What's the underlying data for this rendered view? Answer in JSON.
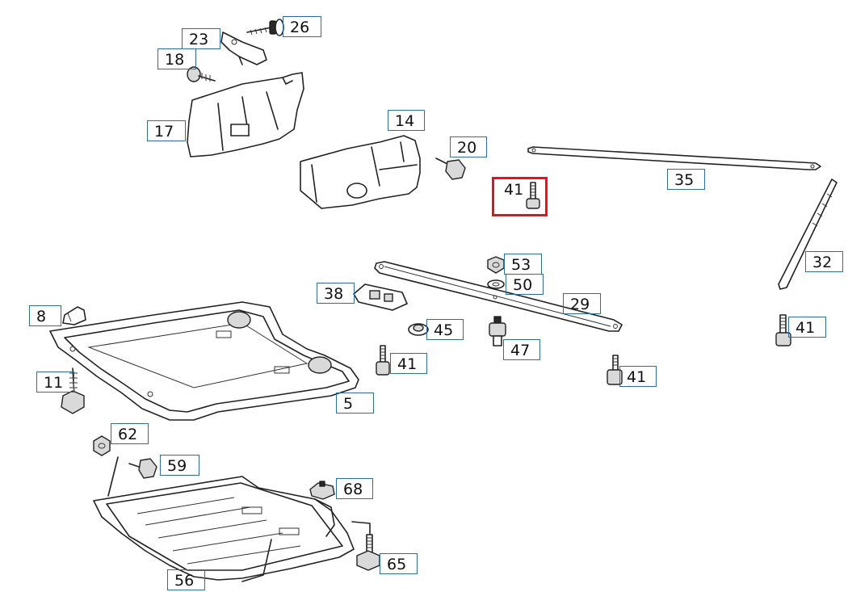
{
  "diagram": {
    "highlighted_part": "41",
    "accent_color": "#e0141e",
    "callout_border_color": "#2d6f99",
    "callouts": [
      {
        "id": "c23",
        "label": "23"
      },
      {
        "id": "c26",
        "label": "26"
      },
      {
        "id": "c18",
        "label": "18"
      },
      {
        "id": "c17",
        "label": "17"
      },
      {
        "id": "c14",
        "label": "14"
      },
      {
        "id": "c20",
        "label": "20"
      },
      {
        "id": "c41a",
        "label": "41"
      },
      {
        "id": "c35",
        "label": "35"
      },
      {
        "id": "c32",
        "label": "32"
      },
      {
        "id": "c53",
        "label": "53"
      },
      {
        "id": "c50",
        "label": "50"
      },
      {
        "id": "c38",
        "label": "38"
      },
      {
        "id": "c29",
        "label": "29"
      },
      {
        "id": "c8",
        "label": "8"
      },
      {
        "id": "c45",
        "label": "45"
      },
      {
        "id": "c47",
        "label": "47"
      },
      {
        "id": "c41b",
        "label": "41"
      },
      {
        "id": "c41c",
        "label": "41"
      },
      {
        "id": "c41d",
        "label": "41"
      },
      {
        "id": "c11",
        "label": "11"
      },
      {
        "id": "c5",
        "label": "5"
      },
      {
        "id": "c62",
        "label": "62"
      },
      {
        "id": "c59",
        "label": "59"
      },
      {
        "id": "c68",
        "label": "68"
      },
      {
        "id": "c65",
        "label": "65"
      },
      {
        "id": "c56",
        "label": "56"
      }
    ]
  }
}
